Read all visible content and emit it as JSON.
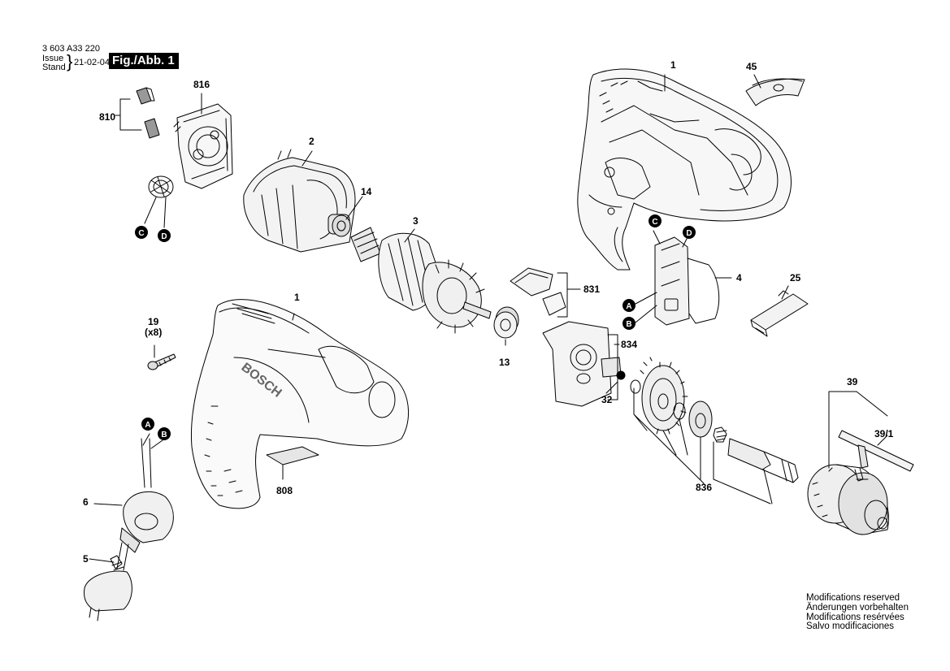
{
  "header": {
    "doc_number": "3 603 A33 220",
    "issue_label": "Issue",
    "stand_label": "Stand",
    "date": "21-02-04",
    "figure_label": "Fig./Abb. 1"
  },
  "labels": {
    "p1_top": "1",
    "p45": "45",
    "p816": "816",
    "p810": "810",
    "p2": "2",
    "p14": "14",
    "p3": "3",
    "p13": "13",
    "p831": "831",
    "p834": "834",
    "p32": "32",
    "p4": "4",
    "p25": "25",
    "p19": "19",
    "p19qty": "(x8)",
    "p1_bot": "1",
    "p808": "808",
    "p6": "6",
    "p5": "5",
    "p836": "836",
    "p39": "39",
    "p39_1": "39/1"
  },
  "markers": {
    "a": "A",
    "b": "B",
    "c": "C",
    "d": "D"
  },
  "housing_text": "BOSCH",
  "notes": [
    "Modifications reserved",
    "Änderungen vorbehalten",
    "Modifications resérvées",
    "Salvo modificaciones"
  ]
}
